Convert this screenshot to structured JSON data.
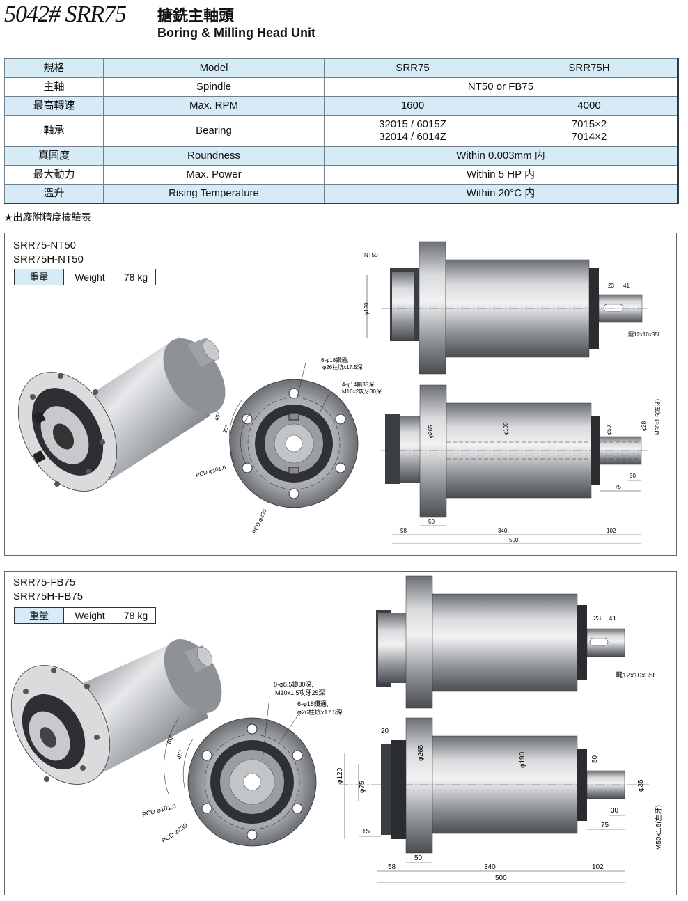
{
  "header": {
    "code": "5042# SRR75",
    "title_zh": "搪銑主軸頭",
    "title_en": "Boring & Milling Head Unit"
  },
  "spec_table": {
    "rows": [
      {
        "zh": "規格",
        "en": "Model",
        "a": "SRR75",
        "b": "SRR75H"
      },
      {
        "zh": "主軸",
        "en": "Spindle",
        "merged": "NT50 or FB75"
      },
      {
        "zh": "最高轉速",
        "en": "Max. RPM",
        "a": "1600",
        "b": "4000"
      },
      {
        "zh": "軸承",
        "en": "Bearing",
        "a1": "32015 / 6015Z",
        "a2": "32014 / 6014Z",
        "b1": "7015×2",
        "b2": "7014×2"
      },
      {
        "zh": "真圓度",
        "en": "Roundness",
        "merged": "Within 0.003mm 内"
      },
      {
        "zh": "最大動力",
        "en": "Max. Power",
        "merged": "Within 5 HP 内"
      },
      {
        "zh": "溫升",
        "en": "Rising Temperature",
        "merged": "Within 20°C 内"
      }
    ]
  },
  "note": "★出廠附精度檢驗表",
  "panels": [
    {
      "model1": "SRR75-NT50",
      "model2": "SRR75H-NT50",
      "weight_zh": "重量",
      "weight_en": "Weight",
      "weight_val": "78 kg",
      "dims": {
        "nt50": "NT50",
        "d120": "φ120",
        "d23": "23",
        "d41": "41",
        "key": "鍵12x10x35L",
        "hole1a": "6-φ18鑽通,",
        "hole1b": "φ26柱坑x17.5深",
        "hole2a": "4-φ14鑽35深,",
        "hole2b": "M16x2攻牙30深",
        "a45": "45°",
        "a30": "30°",
        "pcd1": "PCD φ101.6",
        "pcd2": "PCD φ230",
        "d265": "φ265",
        "d190": "φ190",
        "d50": "φ50",
        "d28": "φ28",
        "m50": "M50x1.5(左牙)",
        "l30": "30",
        "l75": "75",
        "l50": "50",
        "l58": "58",
        "l340": "340",
        "l102": "102",
        "l500": "500"
      }
    },
    {
      "model1": "SRR75-FB75",
      "model2": "SRR75H-FB75",
      "weight_zh": "重量",
      "weight_en": "Weight",
      "weight_val": "78 kg",
      "dims": {
        "d23": "23",
        "d41": "41",
        "key": "鍵12x10x35L",
        "hole1a": "8-φ8.5鑽30深,",
        "hole1b": "M10x1.5攻牙25深",
        "hole2a": "6-φ18鑽通,",
        "hole2b": "φ26柱坑x17.5深",
        "a60": "60°",
        "a45": "45°",
        "pcd1": "PCD φ101.6",
        "pcd2": "PCD φ230",
        "l20": "20",
        "d265": "φ265",
        "d190": "φ190",
        "d50": "50",
        "d120": "φ120",
        "d75": "φ75",
        "d35": "φ35",
        "m50": "M50x1.5(左牙)",
        "l15": "15",
        "l30": "30",
        "l75": "75",
        "l50": "50",
        "l58": "58",
        "l340": "340",
        "l102": "102",
        "l500": "500"
      }
    }
  ],
  "colors": {
    "table_highlight": "#d7ebf6",
    "metal_dark": "#4a4d52",
    "metal_light": "#e6e8ea"
  }
}
